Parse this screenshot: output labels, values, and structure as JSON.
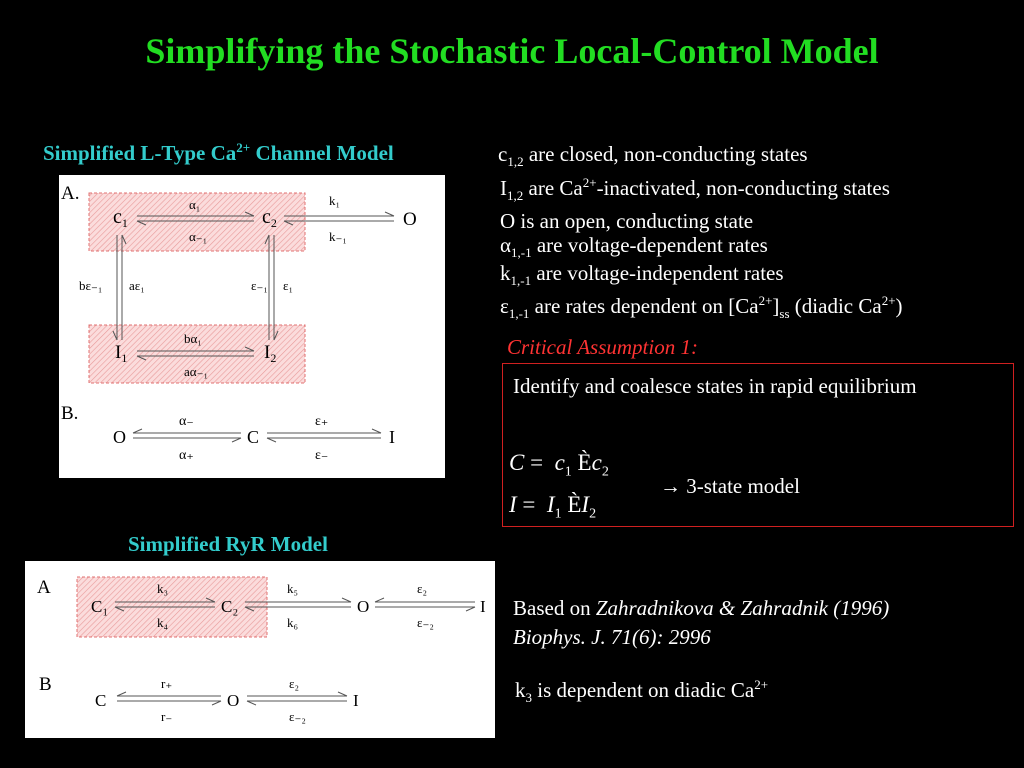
{
  "title": "Simplifying the Stochastic Local-Control Model",
  "ltype_heading": {
    "pre": "Simplified L-Type Ca",
    "sup": "2+",
    "post": " Channel Model"
  },
  "ryr_heading": "Simplified RyR Model",
  "definitions": [
    {
      "base": "c",
      "sub": "1,2",
      "text": " are closed, non-conducting states"
    },
    {
      "base": "I",
      "sub": "1,2",
      "text_a": " are Ca",
      "sup": "2+",
      "text_b": "-inactivated, non-conducting states"
    },
    {
      "text": "O is an open, conducting state"
    },
    {
      "base": "α",
      "sub": "1,-1",
      "text": " are voltage-dependent rates"
    },
    {
      "base": "k",
      "sub": "1,-1",
      "text": " are voltage-independent rates"
    },
    {
      "base": "ε",
      "sub": "1,-1",
      "text_a": " are rates dependent on [Ca",
      "sup": "2+",
      "text_b": "]",
      "sub2": "ss",
      "text_c": " (diadic Ca",
      "sup2": "2+",
      "text_d": ")"
    }
  ],
  "assumption": {
    "label": "Critical Assumption 1:",
    "statement": "Identify and coalesce states in rapid equilibrium",
    "eq1": {
      "lhs": "C",
      "eq": "=",
      "a": "c",
      "a_sub": "1",
      "op": "È",
      "b": "c",
      "b_sub": "2"
    },
    "eq2": {
      "lhs": "I",
      "eq": "=",
      "a": "I",
      "a_sub": "1",
      "op": "È",
      "b": "I",
      "b_sub": "2"
    },
    "result": "→ 3-state model"
  },
  "reference": {
    "prefix": "Based on ",
    "authors": "Zahradnikova & Zahradnik (1996)",
    "journal": "Biophys. J. 71(6): 2996"
  },
  "k3_note": {
    "base": "k",
    "sub": "3",
    "text": " is dependent on diadic Ca",
    "sup": "2+"
  },
  "ltype_diagram": {
    "panel_a": "A.",
    "panel_b": "B.",
    "c1": "c",
    "c1_sub": "1",
    "c2": "c",
    "c2_sub": "2",
    "o": "O",
    "i1": "I",
    "i1_sub": "1",
    "i2": "I",
    "i2_sub": "2",
    "alpha1": "α₁",
    "alpham1": "α₋₁",
    "k1": "k₁",
    "km1": "k₋₁",
    "be_m1": "bε₋₁",
    "ae1": "aε₁",
    "e_m1": "ε₋₁",
    "e1": "ε₁",
    "balpha1": "bα₁",
    "aalpham1": "aα₋₁",
    "b_o": "O",
    "b_c": "C",
    "b_i": "I",
    "alpha_minus": "α₋",
    "alpha_plus": "α₊",
    "eps_plus": "ε₊",
    "eps_minus": "ε₋"
  },
  "ryr_diagram": {
    "panel_a": "A",
    "panel_b": "B",
    "c1": "C₁",
    "c2": "C₂",
    "o": "O",
    "i": "I",
    "k3": "k₃",
    "k4": "k₄",
    "k5": "k₅",
    "k6": "k₆",
    "e2": "ε₂",
    "em2": "ε₋₂",
    "b_c": "C",
    "b_o": "O",
    "b_i": "I",
    "rp": "r₊",
    "rm": "r₋",
    "b_e2": "ε₂",
    "b_em2": "ε₋₂"
  }
}
